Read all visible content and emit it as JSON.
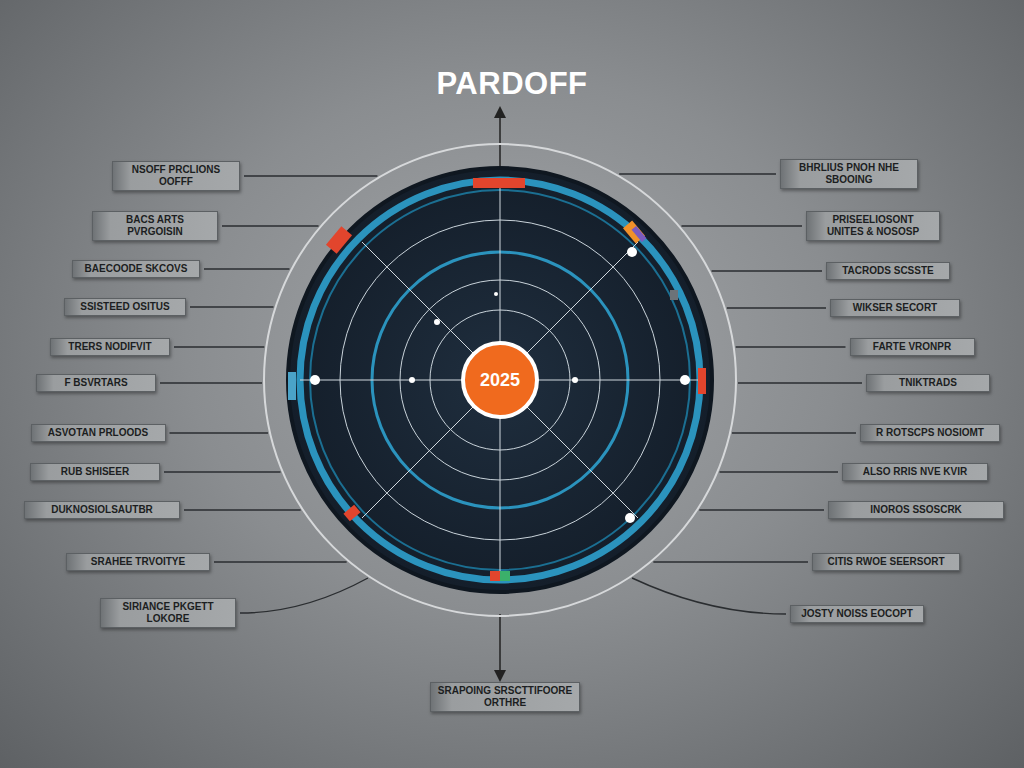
{
  "diagram": {
    "title": "PARDOFF",
    "nodes": [
      {
        "text": [
          "NSOFF PRCLIONS OOFFF"
        ]
      },
      {
        "text": [
          "BACS ARTS PVRGOISIN"
        ]
      },
      {
        "text": [
          "BAECOODE SKCOVS"
        ]
      },
      {
        "text": [
          "SSISTEED OSITUS"
        ]
      },
      {
        "text": [
          "TRERS NODIFVIT"
        ]
      },
      {
        "text": [
          "F BSVRTARS"
        ]
      },
      {
        "text": [
          "ASVOTAN PRLOODS"
        ]
      },
      {
        "text": [
          "RUB SHISEER"
        ]
      },
      {
        "text": [
          "DUKNOSIOLSAUTBR"
        ]
      },
      {
        "text": [
          "SRAHEE TRVOITYE"
        ]
      },
      {
        "text": [
          "SIRIANCE PKGETT LOKORE"
        ]
      },
      {
        "text": [
          "2025"
        ]
      },
      {
        "text": [
          "BHRLIUS PNOH NHE SBOOING"
        ]
      },
      {
        "text": [
          "PRISEELIOSONT UNITES & NOSOSP"
        ]
      },
      {
        "text": [
          "TACRODS SCSSTE"
        ]
      },
      {
        "text": [
          "WIKSER SECORT"
        ]
      },
      {
        "text": [
          "FARTE VRONPR"
        ]
      },
      {
        "text": [
          "TNIKTRADS"
        ]
      },
      {
        "text": [
          "R ROTSCPS NOSIOMT"
        ]
      },
      {
        "text": [
          "ALSO RRIS NVE KVIR"
        ]
      },
      {
        "text": [
          "INOROS SSOSCRK"
        ]
      },
      {
        "text": [
          "CITIS RWOE SEERSORT"
        ]
      },
      {
        "text": [
          "JOSTY NOISS EOCOPT"
        ]
      },
      {
        "text": [
          "SRAPOING SRSCTTIFOORE ORTHRE"
        ]
      }
    ]
  }
}
